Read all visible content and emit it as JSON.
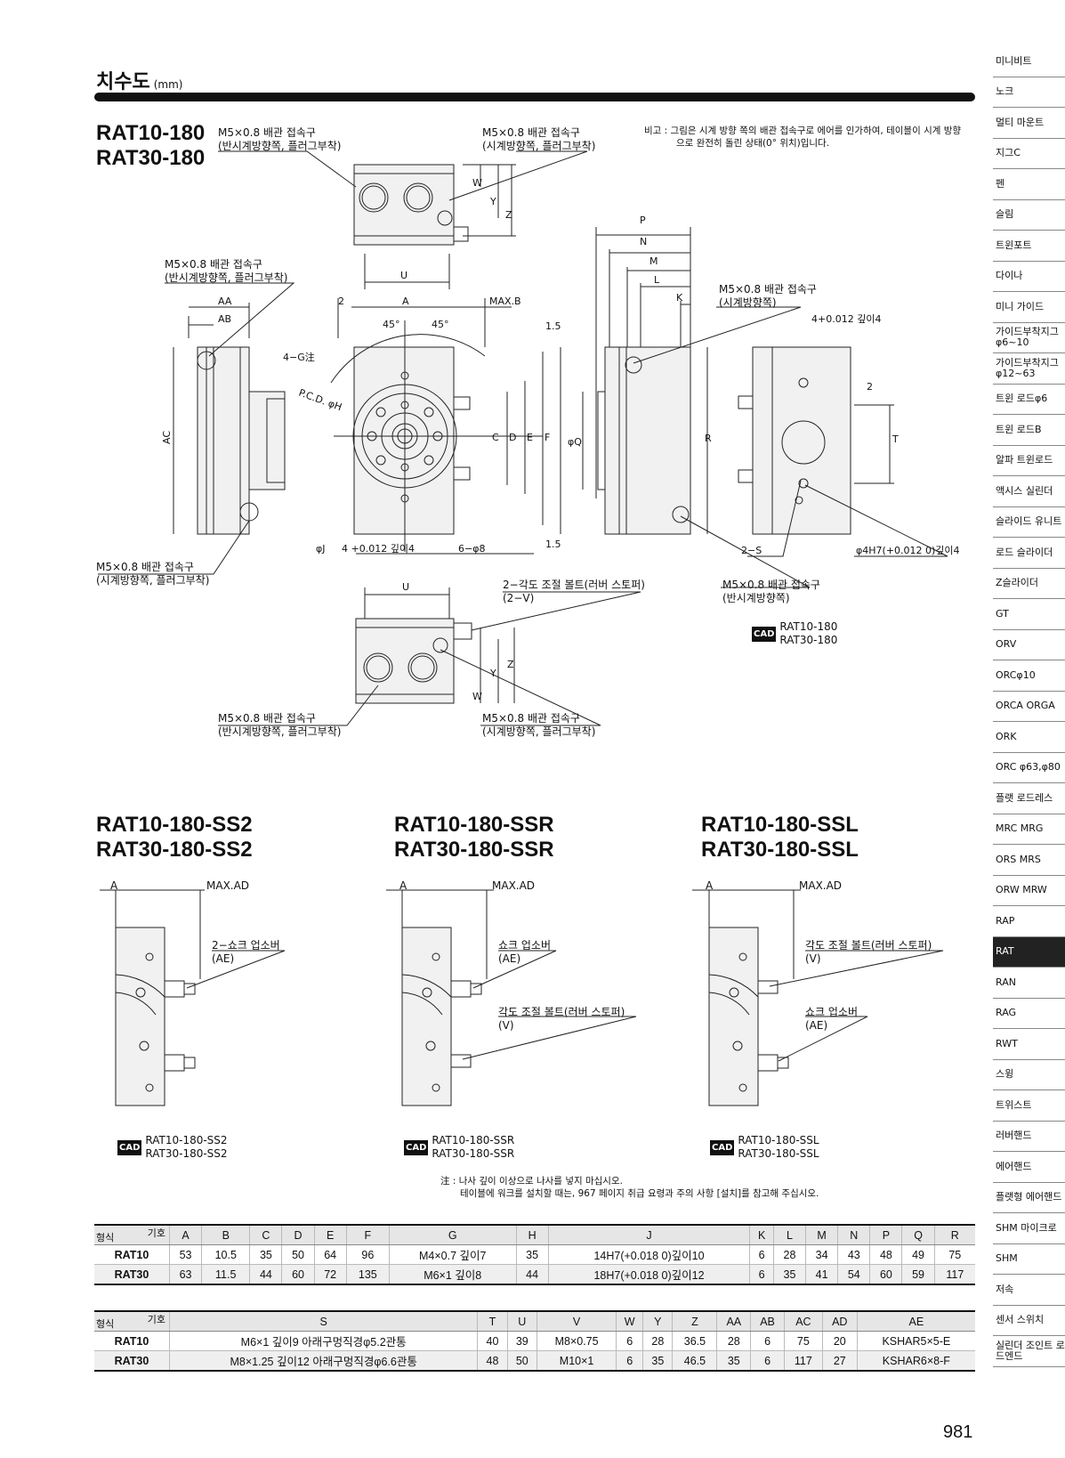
{
  "header": {
    "title": "치수도",
    "unit": "(mm)"
  },
  "main_models": [
    "RAT10-180",
    "RAT30-180"
  ],
  "remark": [
    "비고 : 그림은 시계 방향 쪽의 배관 접속구로 에어를 인가하여, 테이블이 시계 방향",
    "으로 완전히 돌린 상태(0° 위치)입니다."
  ],
  "labels": {
    "port_ccw_plug": [
      "M5×0.8 배관 접속구",
      "(반시계방향쪽, 플러그부착)"
    ],
    "port_cw_plug": [
      "M5×0.8 배관 접속구",
      "(시계방향쪽, 플러그부착)"
    ],
    "port_cw": [
      "M5×0.8 배관 접속구",
      "(시계방향쪽)"
    ],
    "port_ccw": [
      "M5×0.8 배관 접속구",
      "(반시계방향쪽)"
    ],
    "angle_bolt2": [
      "2−각도 조절 볼트(러버 스토퍼)",
      "(2−V)"
    ],
    "four_g": "4−G注",
    "pcd": "P.C.D. φH",
    "phi_j": "φJ",
    "depth4": "4 +0.012 깊이4",
    "six_phi8": "6−φ8",
    "two_s": "2−S",
    "phi4h7": "φ4H7(+0.012 0)깊이4",
    "four_depth4_right": "4+0.012 깊이4"
  },
  "dims": [
    "U",
    "A",
    "MAX.B",
    "AA",
    "AB",
    "AC",
    "C",
    "D",
    "E",
    "F",
    "W",
    "Y",
    "Z",
    "P",
    "N",
    "M",
    "L",
    "K",
    "R",
    "T",
    "φQ",
    "2",
    "45°",
    "1.5"
  ],
  "cad_main": [
    "RAT10-180",
    "RAT30-180"
  ],
  "variants": [
    {
      "models": [
        "RAT10-180-SS2",
        "RAT30-180-SS2"
      ],
      "dim_a": "A",
      "dim_max": "MAX.AD",
      "callouts": [
        [
          "2−쇼크 업소버",
          "(AE)"
        ]
      ],
      "cad": [
        "RAT10-180-SS2",
        "RAT30-180-SS2"
      ]
    },
    {
      "models": [
        "RAT10-180-SSR",
        "RAT30-180-SSR"
      ],
      "dim_a": "A",
      "dim_max": "MAX.AD",
      "callouts": [
        [
          "쇼크 업소버",
          "(AE)"
        ],
        [
          "각도 조절 볼트(러버 스토퍼)",
          "(V)"
        ]
      ],
      "cad": [
        "RAT10-180-SSR",
        "RAT30-180-SSR"
      ]
    },
    {
      "models": [
        "RAT10-180-SSL",
        "RAT30-180-SSL"
      ],
      "dim_a": "A",
      "dim_max": "MAX.AD",
      "callouts": [
        [
          "각도 조절 볼트(러버 스토퍼)",
          "(V)"
        ],
        [
          "쇼크 업소버",
          "(AE)"
        ]
      ],
      "cad": [
        "RAT10-180-SSL",
        "RAT30-180-SSL"
      ]
    }
  ],
  "cad_badge": "CAD",
  "footnote": [
    "注 : 나사 깊이 이상으로 나사를 넣지 마십시오.",
    "테이블에 워크를 설치할 때는, 967 페이지 취급 요령과 주의 사항 [설치]를 참고해 주십시오."
  ],
  "table1": {
    "corner": [
      "기호",
      "형식"
    ],
    "headers": [
      "A",
      "B",
      "C",
      "D",
      "E",
      "F",
      "G",
      "H",
      "J",
      "K",
      "L",
      "M",
      "N",
      "P",
      "Q",
      "R"
    ],
    "rows": [
      {
        "model": "RAT10",
        "cells": [
          "53",
          "10.5",
          "35",
          "50",
          "64",
          "96",
          "M4×0.7  깊이7",
          "35",
          "14H7(+0.018 0)깊이10",
          "6",
          "28",
          "34",
          "43",
          "48",
          "49",
          "75"
        ]
      },
      {
        "model": "RAT30",
        "cells": [
          "63",
          "11.5",
          "44",
          "60",
          "72",
          "135",
          "M6×1      깊이8",
          "44",
          "18H7(+0.018 0)깊이12",
          "6",
          "35",
          "41",
          "54",
          "60",
          "59",
          "117"
        ]
      }
    ]
  },
  "table2": {
    "corner": [
      "기호",
      "형식"
    ],
    "headers": [
      "S",
      "T",
      "U",
      "V",
      "W",
      "Y",
      "Z",
      "AA",
      "AB",
      "AC",
      "AD",
      "AE"
    ],
    "rows": [
      {
        "model": "RAT10",
        "cells": [
          "M6×1      깊이9  아래구멍직경φ5.2관통",
          "40",
          "39",
          "M8×0.75",
          "6",
          "28",
          "36.5",
          "28",
          "6",
          "75",
          "20",
          "KSHAR5×5-E"
        ]
      },
      {
        "model": "RAT30",
        "cells": [
          "M8×1.25  깊이12  아래구멍직경φ6.6관통",
          "48",
          "50",
          "M10×1",
          "6",
          "35",
          "46.5",
          "35",
          "6",
          "117",
          "27",
          "KSHAR6×8-F"
        ]
      }
    ]
  },
  "sidebar": [
    "미니비트",
    "노크",
    "멀티 마운트",
    "지그C",
    "펜",
    "슬림",
    "트윈포트",
    "다이나",
    "미니 가이드",
    "가이드부착지그 φ6~10",
    "가이드부착지그 φ12~63",
    "트윈 로드φ6",
    "트윈 로드B",
    "알파 트윈로드",
    "액시스 실린더",
    "슬라이드 유니트",
    "로드 슬라이더",
    "Z슬라이더",
    "GT",
    "ORV",
    "ORCφ10",
    "ORCA ORGA",
    "ORK",
    "ORC φ63,φ80",
    "플랫 로드레스",
    "MRC MRG",
    "ORS MRS",
    "ORW MRW",
    "RAP",
    "RAT",
    "RAN",
    "RAG",
    "RWT",
    "스윙",
    "트위스트",
    "러버핸드",
    "에어핸드",
    "플랫형 에어핸드",
    "SHM 마이크로",
    "SHM",
    "저속",
    "센서 스위치",
    "실린더 조인트 로드엔드"
  ],
  "sidebar_active": "RAT",
  "page_number": "981"
}
